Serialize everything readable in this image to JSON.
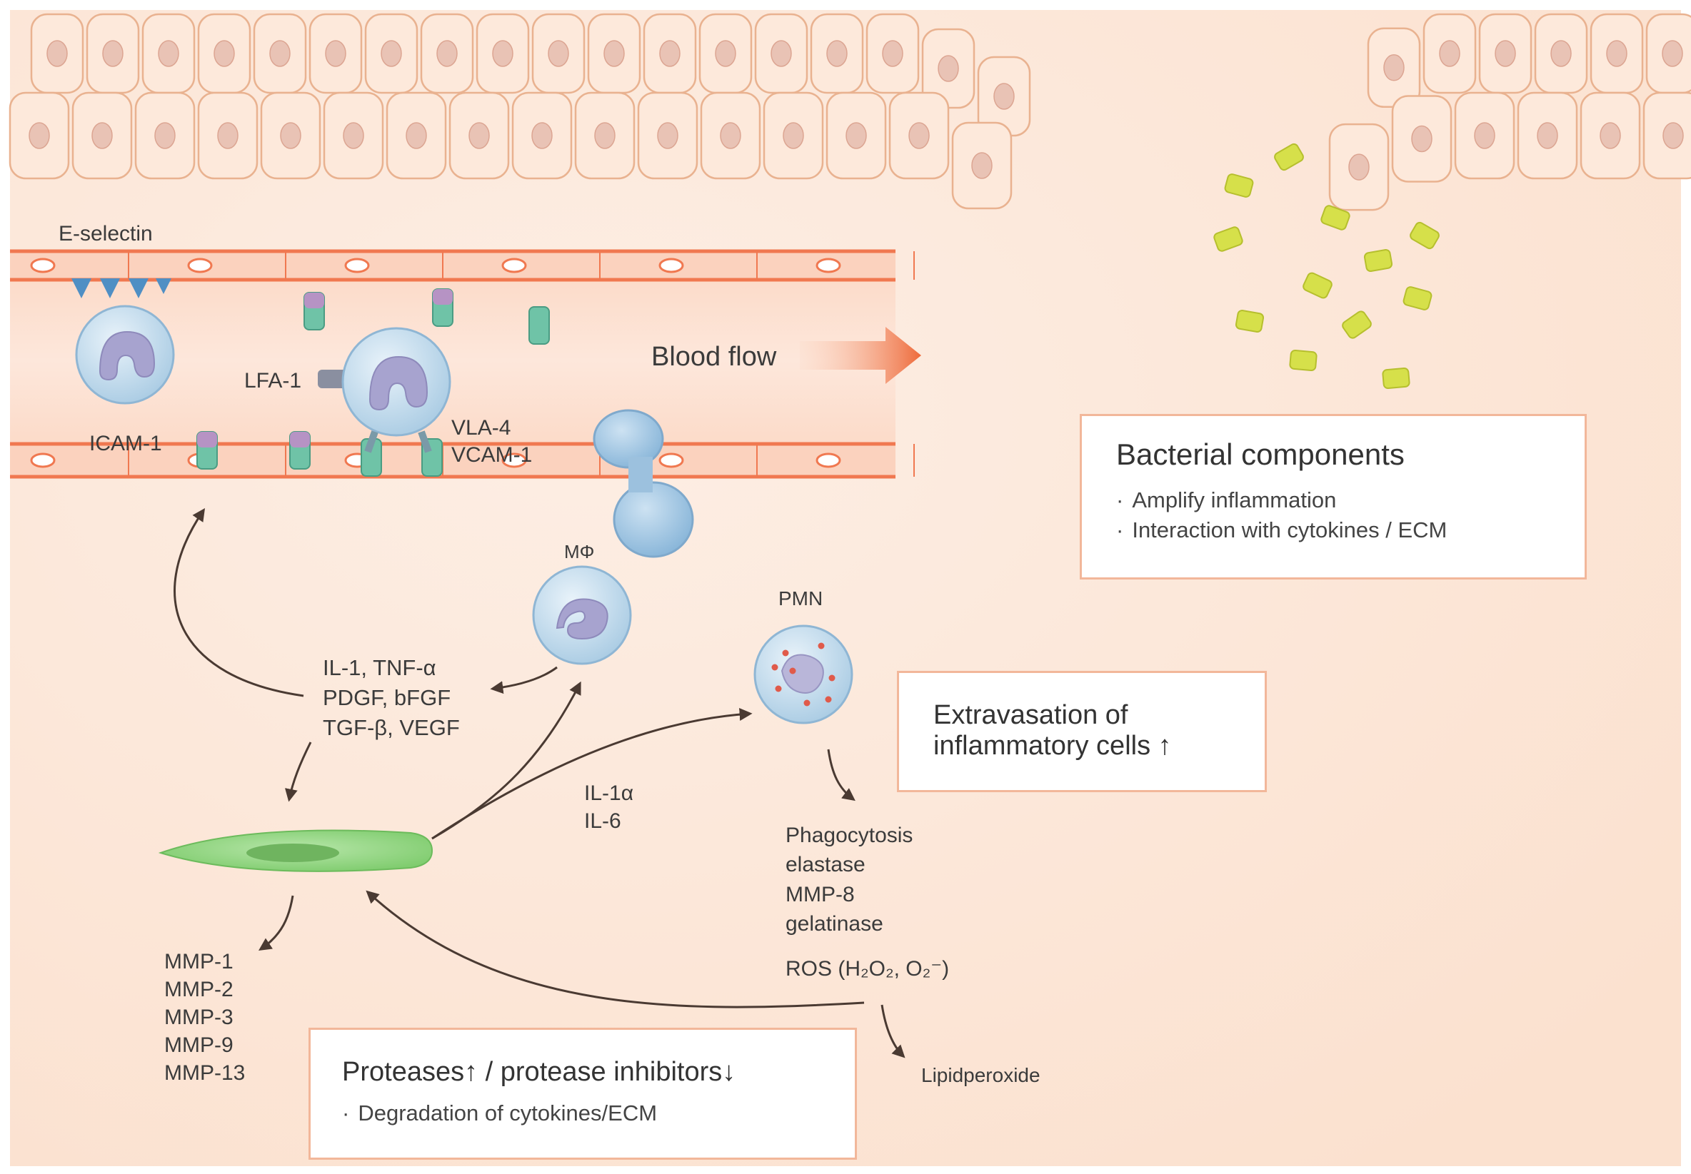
{
  "labels": {
    "e_selectin": "E-selectin",
    "lfa1": "LFA-1",
    "icam1": "ICAM-1",
    "vla4": "VLA-4",
    "vcam1": "VCAM-1",
    "blood_flow": "Blood flow",
    "macrophage": "MΦ",
    "pmn": "PMN",
    "cytokines_mphi": [
      "IL-1, TNF-α",
      "PDGF, bFGF",
      "TGF-β, VEGF"
    ],
    "cytokines_fibro": [
      "IL-1α",
      "IL-6"
    ],
    "pmn_products": [
      "Phagocytosis",
      "elastase",
      "MMP-8",
      "gelatinase"
    ],
    "ros": "ROS (H₂O₂, O₂⁻)",
    "lipidperoxide": "Lipidperoxide",
    "mmps": [
      "MMP-1",
      "MMP-2",
      "MMP-3",
      "MMP-9",
      "MMP-13"
    ]
  },
  "boxes": {
    "bacterial": {
      "title": "Bacterial components",
      "bullets": [
        "Amplify inflammation",
        "Interaction with cytokines / ECM"
      ]
    },
    "extravasation": {
      "lines": [
        "Extravasation of",
        "inflammatory cells ↑"
      ]
    },
    "proteases": {
      "title": "Proteases↑ / protease inhibitors↓",
      "bullets": [
        "Degradation of cytokines/ECM"
      ]
    }
  },
  "colors": {
    "tissue": "#fce6d6",
    "cell_outline": "#e9b290",
    "vessel_wall": "#f07850",
    "arrow_flow": "#ee7040",
    "leukocyte": "#b8d6ea",
    "bacteria": "#d6e04a",
    "fibroblast": "#8fd47e",
    "box_border": "#f2b79a"
  }
}
